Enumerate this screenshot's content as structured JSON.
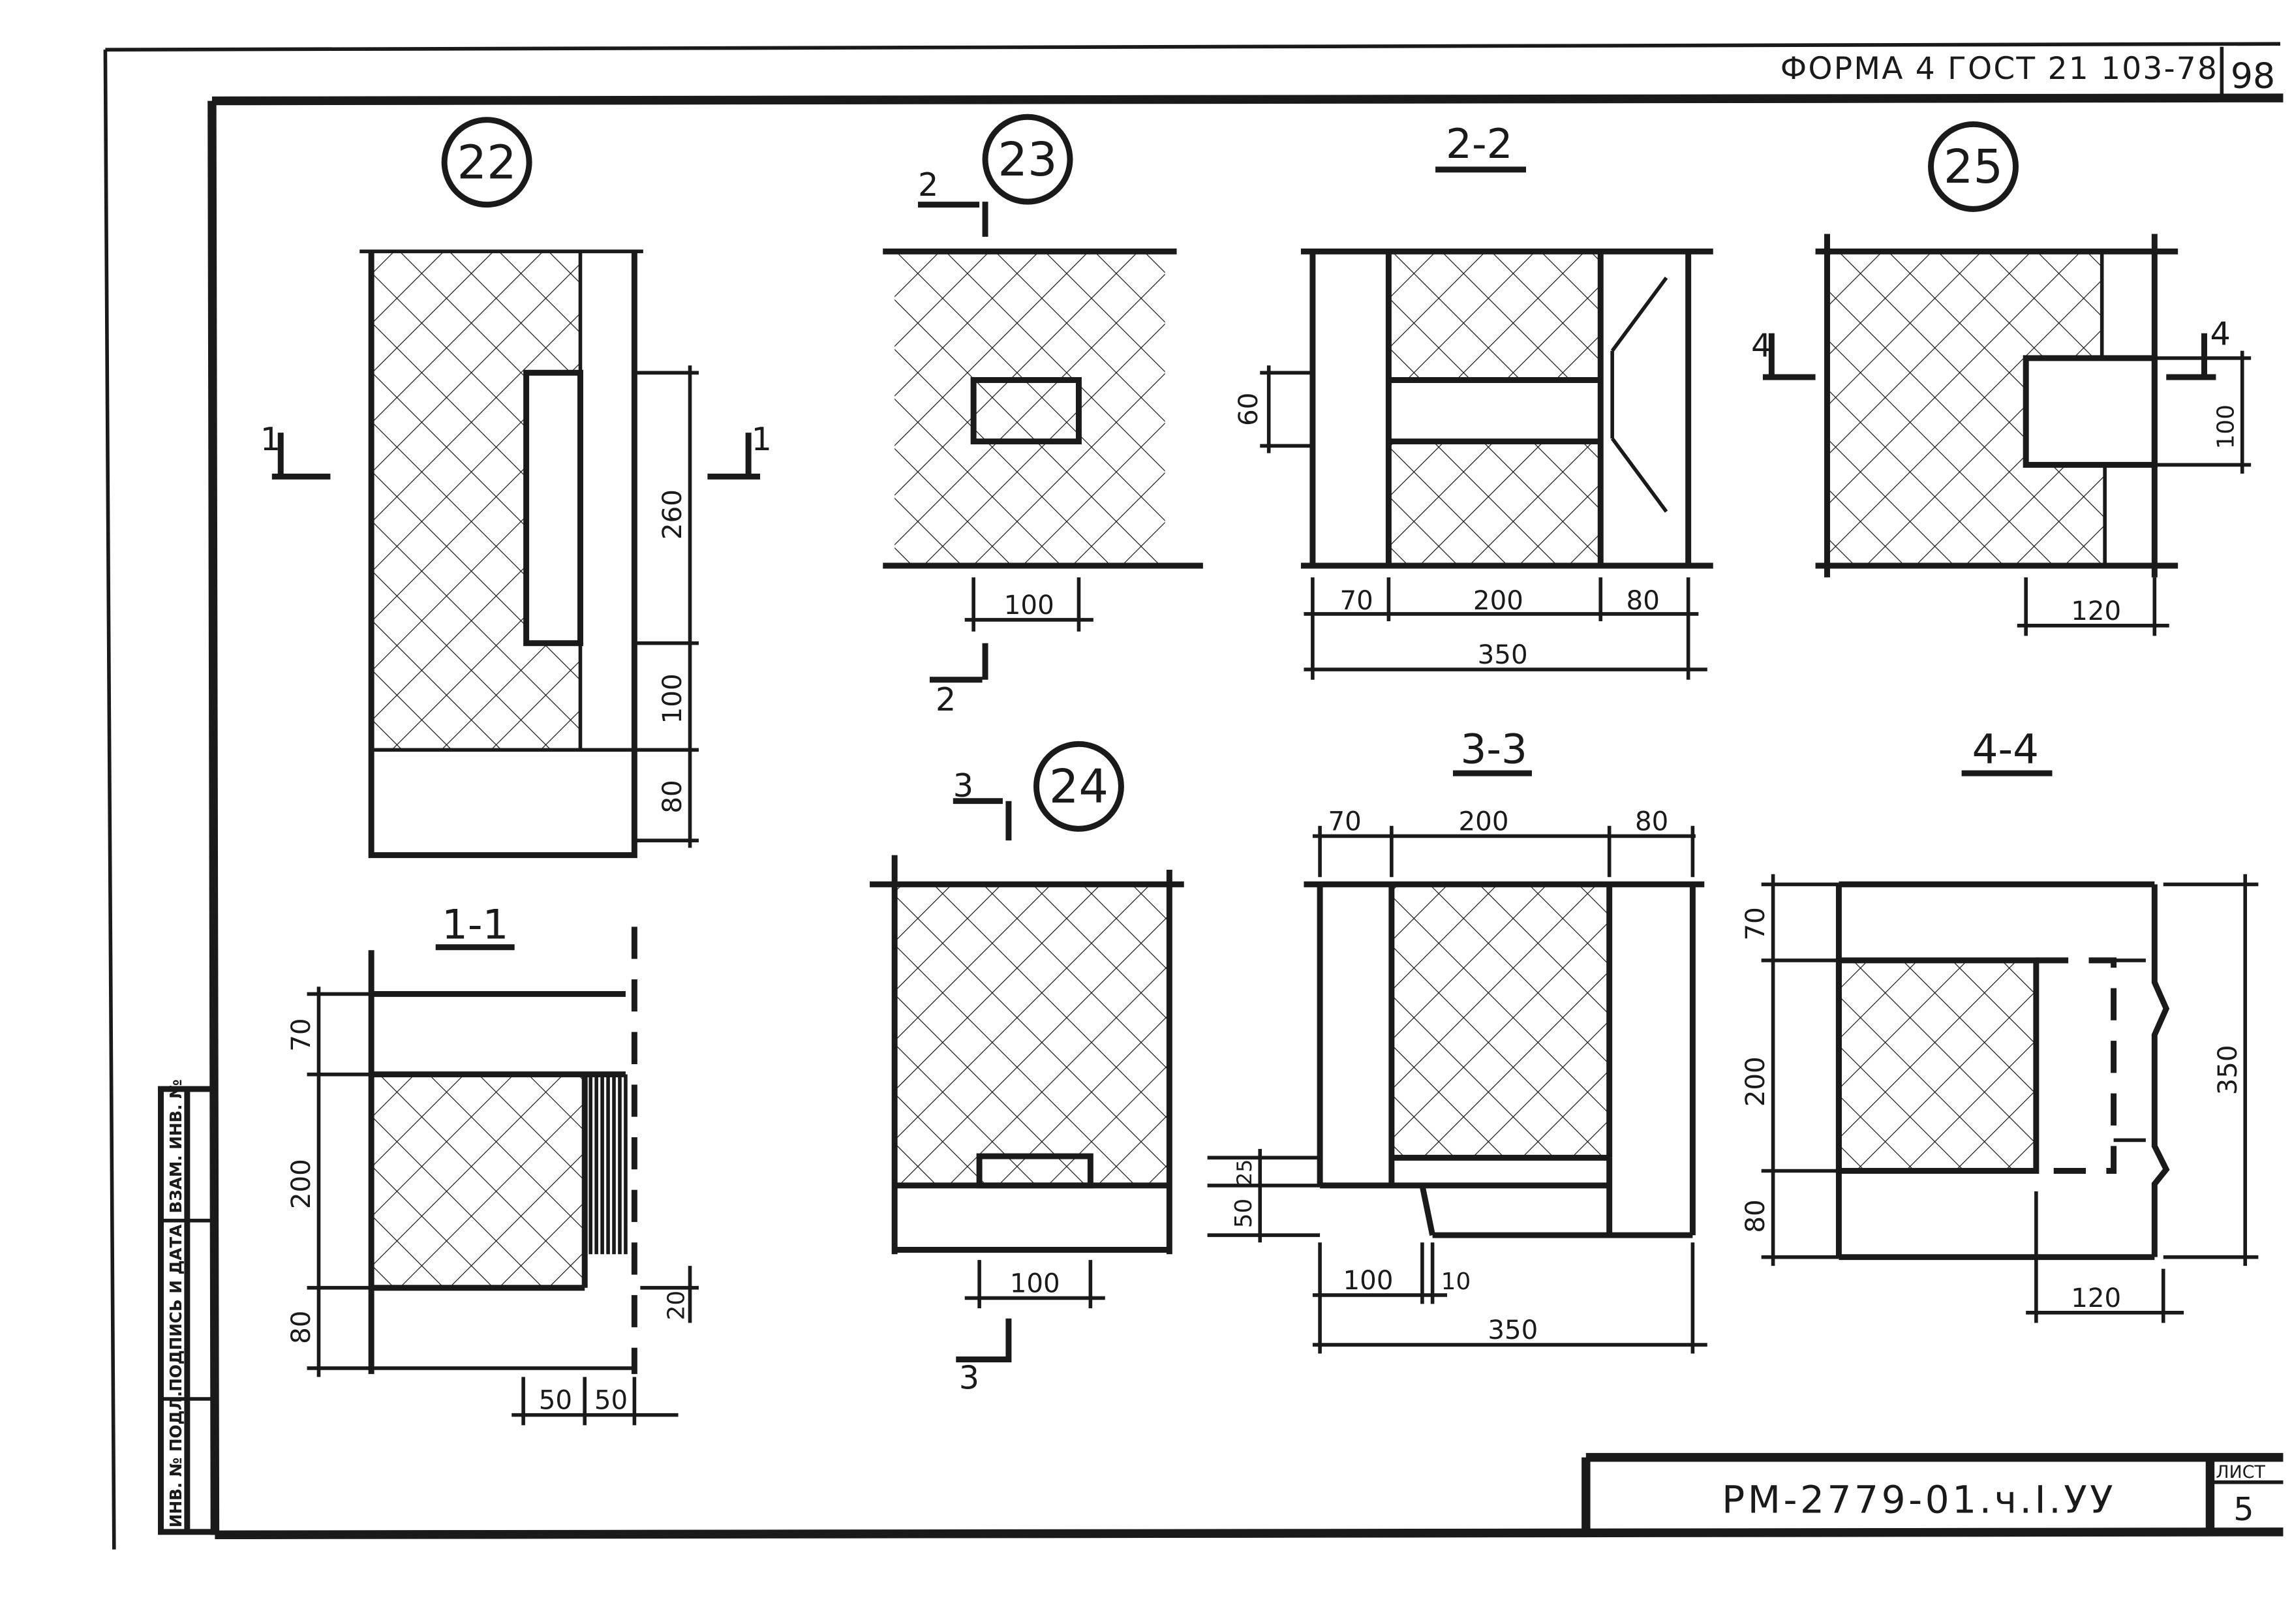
{
  "header": {
    "form_label": "ФОРМА 4 ГОСТ 21 103-78",
    "page_number": "98"
  },
  "title_block": {
    "document_code": "РМ-2779-01.ч.I.УУ",
    "sheet_label": "ЛИСТ",
    "sheet_number": "5"
  },
  "side_stamp": {
    "fields": [
      "ИНВ. № ПОДЛ.",
      "ПОДПИСЬ И ДАТА",
      "ВЗАМ. ИНВ. №"
    ]
  },
  "details": {
    "node22": {
      "label": "22",
      "cut_mark": "1",
      "dims": {
        "opening": "260",
        "middle": "100",
        "bottom": "80"
      }
    },
    "node23": {
      "label": "23",
      "cut_mark": "2",
      "dims": {
        "opening": "100"
      }
    },
    "node24": {
      "label": "24",
      "cut_mark": "3",
      "dims": {
        "opening": "100"
      }
    },
    "node25": {
      "label": "25",
      "cut_mark": "4",
      "dims": {
        "height": "100",
        "opening": "120"
      }
    },
    "section11": {
      "label": "1-1",
      "dims": {
        "top": "70",
        "middle": "200",
        "bottom": "80",
        "gap": "20",
        "a": "50",
        "b": "50"
      }
    },
    "section22": {
      "label": "2-2",
      "dims": {
        "left": "70",
        "middle": "200",
        "right": "80",
        "total": "350",
        "opening": "60"
      }
    },
    "section33": {
      "label": "3-3",
      "dims": {
        "left": "70",
        "middle": "200",
        "right": "80",
        "total": "350",
        "bottom": "100",
        "gap": "10",
        "h1": "25",
        "h2": "50"
      }
    },
    "section44": {
      "label": "4-4",
      "dims": {
        "top": "70",
        "middle": "200",
        "bottom": "80",
        "total": "350",
        "opening": "120"
      }
    }
  }
}
